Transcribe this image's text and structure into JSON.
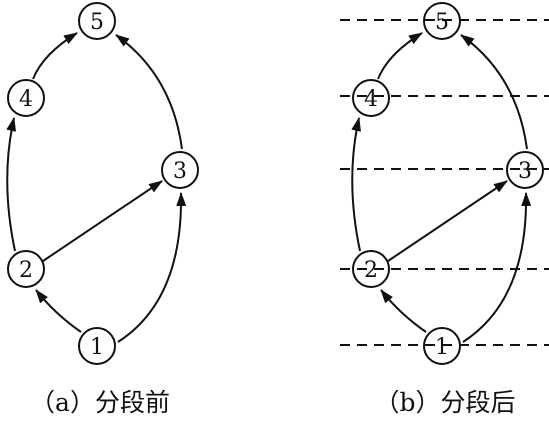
{
  "panels": [
    {
      "id": "a",
      "caption": "（a）分段前",
      "nodes": [
        "5",
        "4",
        "3",
        "2",
        "1"
      ],
      "segment_lines": false
    },
    {
      "id": "b",
      "caption": "（b）分段后",
      "nodes": [
        "5",
        "4",
        "3",
        "2",
        "1"
      ],
      "segment_lines": true
    }
  ],
  "edges": [
    {
      "from": "1",
      "to": "2"
    },
    {
      "from": "1",
      "to": "3"
    },
    {
      "from": "2",
      "to": "3"
    },
    {
      "from": "2",
      "to": "4"
    },
    {
      "from": "4",
      "to": "5"
    },
    {
      "from": "3",
      "to": "5"
    }
  ],
  "colors": {
    "stroke": "#111111",
    "background": "#ffffff"
  }
}
